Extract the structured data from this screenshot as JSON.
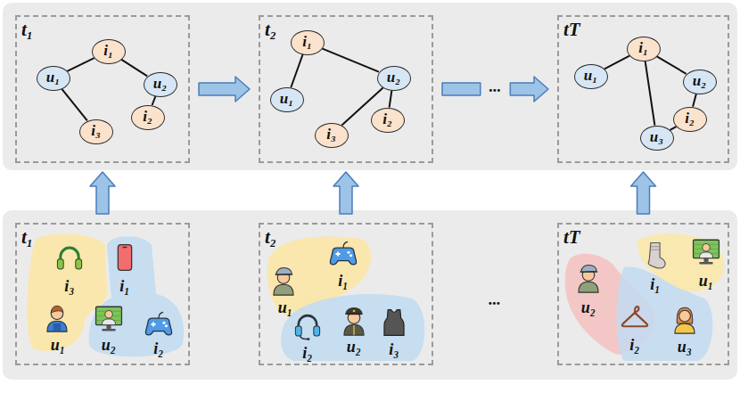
{
  "diagram": {
    "nodes": [
      {
        "text": [
          "t₁"
        ]
      },
      {
        "text": [
          "u₁"
        ],
        "in": 0
      },
      {
        "text": [
          "i₁"
        ],
        "in": 0
      },
      {
        "text": [
          "u₂"
        ],
        "in": 0
      },
      {
        "text": [
          "i₂"
        ],
        "in": 0
      },
      {
        "text": [
          "i₃"
        ],
        "in": 0
      },
      {
        "text": [
          "t₂"
        ]
      },
      {
        "text": [
          "i₁"
        ],
        "in": 6
      },
      {
        "text": [
          "u₁"
        ],
        "in": 6
      },
      {
        "text": [
          "u₂"
        ],
        "in": 6
      },
      {
        "text": [
          "i₃"
        ],
        "in": 6
      },
      {
        "text": [
          "i₂"
        ],
        "in": 6
      },
      {
        "text": [
          "tT"
        ]
      },
      {
        "text": [
          "u₁"
        ],
        "in": 12
      },
      {
        "text": [
          "i₁"
        ],
        "in": 12
      },
      {
        "text": [
          "u₂"
        ],
        "in": 12
      },
      {
        "text": [
          "i₂"
        ],
        "in": 12
      },
      {
        "text": [
          "u₃"
        ],
        "in": 12
      },
      {
        "text": [
          "t₁"
        ]
      },
      {
        "text": [
          "t₂"
        ]
      },
      {
        "text": [
          "tT"
        ]
      }
    ],
    "edges": [
      {
        "from": 1,
        "to": 2,
        "arrow": "none"
      },
      {
        "from": 2,
        "to": 3,
        "arrow": "none"
      },
      {
        "from": 3,
        "to": 4,
        "arrow": "none"
      },
      {
        "from": 1,
        "to": 5,
        "arrow": "none"
      },
      {
        "from": 7,
        "to": 8,
        "arrow": "none"
      },
      {
        "from": 7,
        "to": 9,
        "arrow": "none"
      },
      {
        "from": 9,
        "to": 10,
        "arrow": "none"
      },
      {
        "from": 9,
        "to": 11,
        "arrow": "none"
      },
      {
        "from": 13,
        "to": 14,
        "arrow": "none"
      },
      {
        "from": 14,
        "to": 15,
        "arrow": "none"
      },
      {
        "from": 14,
        "to": 17,
        "arrow": "none"
      },
      {
        "from": 17,
        "to": 16,
        "arrow": "none"
      },
      {
        "from": 15,
        "to": 16,
        "arrow": "none"
      },
      {
        "from": 0,
        "to": 6,
        "arrow": "to"
      },
      {
        "from": 6,
        "to": 12,
        "arrow": "to",
        "label": "..."
      },
      {
        "from": 18,
        "to": 0,
        "arrow": "to"
      },
      {
        "from": 19,
        "to": 6,
        "arrow": "to"
      },
      {
        "from": 20,
        "to": 12,
        "arrow": "to"
      }
    ],
    "labels": [
      "i₃",
      "i₁",
      "u₁",
      "u₂",
      "i₂",
      "u₁",
      "i₁",
      "i₂",
      "u₂",
      "i₃",
      "u₂",
      "i₁",
      "u₁",
      "i₂",
      "u₃",
      "..."
    ]
  }
}
